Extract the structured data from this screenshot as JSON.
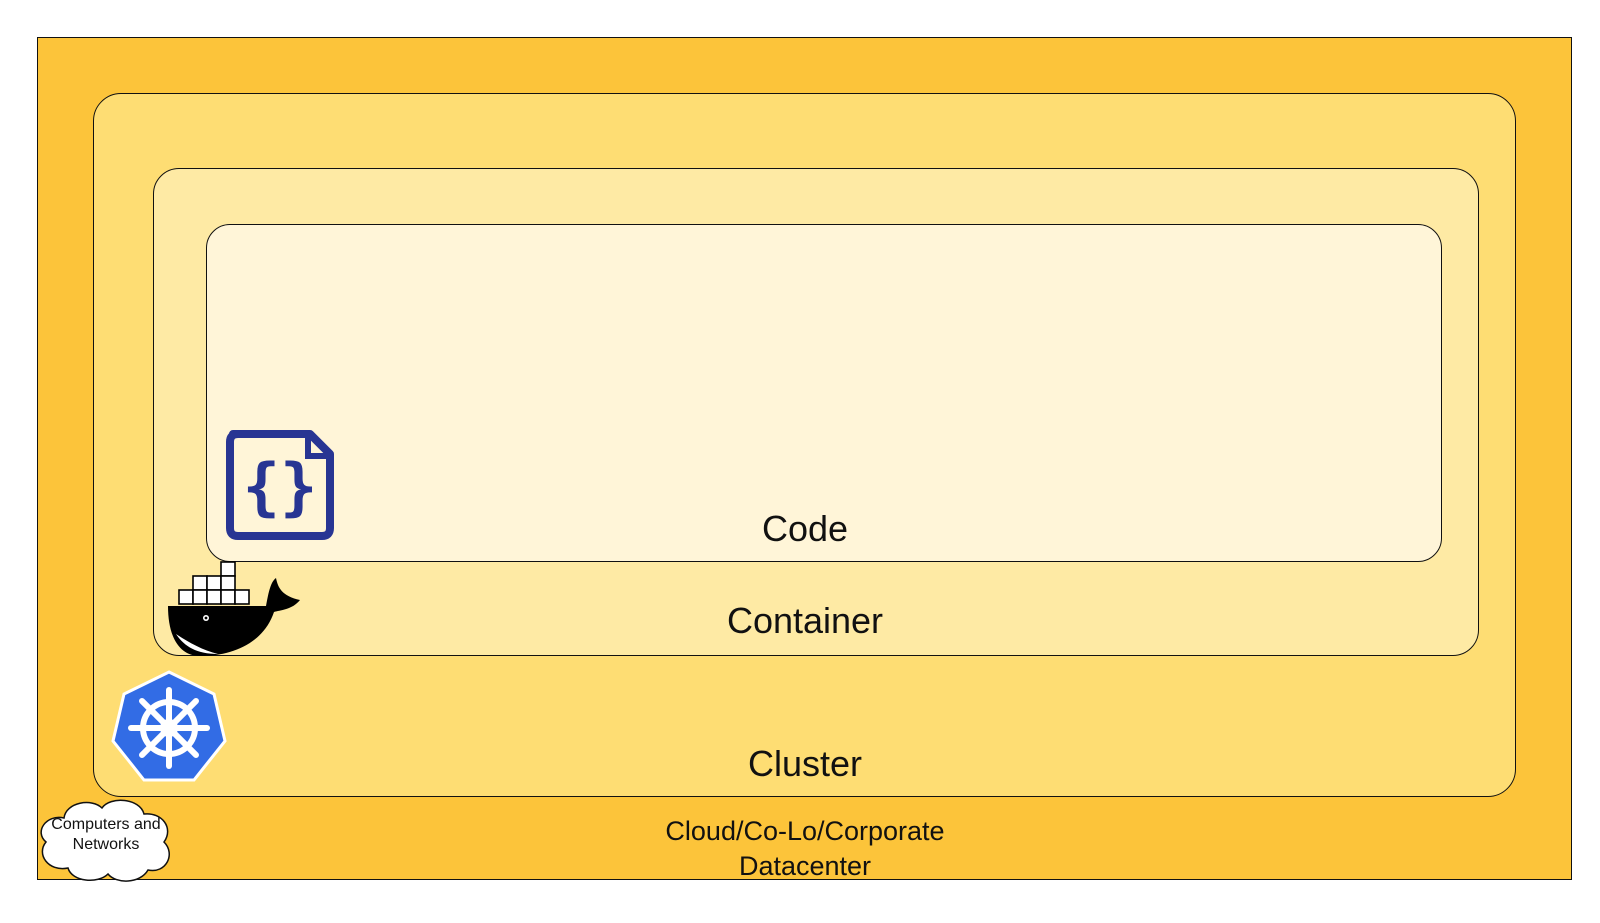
{
  "colors": {
    "datacenter_fill": "#fcc43a",
    "cluster_fill": "#fedd73",
    "container_fill": "#feeaa4",
    "code_fill": "#fff5d8",
    "outline": "#111111",
    "code_icon": "#283593",
    "kubernetes_blue": "#326ce5",
    "docker_black": "#000000"
  },
  "layers": {
    "datacenter": {
      "label": "Cloud/Co-Lo/Corporate Datacenter"
    },
    "cluster": {
      "label": "Cluster"
    },
    "container": {
      "label": "Container"
    },
    "code": {
      "label": "Code"
    }
  },
  "icons": {
    "code": "code-file-braces-icon",
    "container": "docker-whale-icon",
    "cluster": "kubernetes-helm-icon",
    "infrastructure": "cloud-icon"
  },
  "cloud": {
    "label": "Computers and Networks"
  }
}
